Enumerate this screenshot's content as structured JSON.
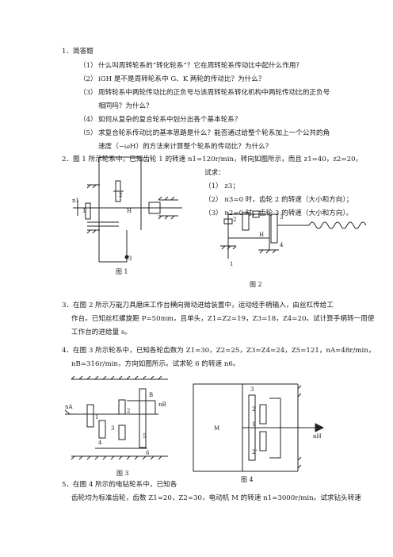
{
  "q1": {
    "heading": "1．简答题",
    "items": [
      {
        "no": "（1）",
        "text": "什么叫周转轮系的“转化轮系”？它在周转轮系传动比中起什么作用？"
      },
      {
        "no": "（2）",
        "text": "iGH 是不是周转轮系中 G、K 两轮的传动比？为什么？"
      },
      {
        "no": "（3）",
        "text": "周转轮系中两轮传动比的正负号与该周转轮系转化机构中两轮传动比的正负号"
      },
      {
        "no": "",
        "text": "相同吗？为什么？"
      },
      {
        "no": "（4）",
        "text": "如何从复杂的复合轮系中划分出各个基本轮系？"
      },
      {
        "no": "（5）",
        "text": "求复合轮系传动比的基本思路是什么？能否通过给整个轮系加上一个公共的角"
      },
      {
        "no": "",
        "text": "速度（−ωH）的方法来计算整个轮系的传动比？为什么？"
      }
    ]
  },
  "q2": {
    "line1": "2．图 1 所示轮系中，已知齿轮 1 的转速 n1=120r/min，转向如图所示，而且 z1=40，z2=20，",
    "line2": "试求：",
    "sub": [
      "（1）  z3；",
      "（2）  n3=0 时，齿轮 2 的转速（大小和方向）；",
      "（3）  n2=0 时，齿轮 3 的转速（大小和方向）。"
    ]
  },
  "q3": {
    "lines": [
      "3．在图 2 所示万能刀具磨床工作台横向微动进给装置中，运动经手柄输入，由丝杠传给工",
      "作台。已知丝杠螺旋距 P=50mm，且单头，Z1=Z2=19，Z3=18，Z4=20。试计算手柄转一周使",
      "工作台的进给量 s。"
    ]
  },
  "q4": {
    "lines": [
      "4．在图 3 所示轮系中，已知各轮齿数为 Z1=30，Z2=25，Z3=Z4=24，Z5=121，nA=48r/min，",
      "nB=316r/min，方向如图所示。试求轮 6 的转速 n6。"
    ]
  },
  "q5": {
    "lines": [
      "5．在图 4 所示的电钻轮系中，已知各",
      "齿轮均为标准齿轮，齿数 Z1=20，Z2=30，电动机 M 的转速 n1=3000r/min。试求钻头转速"
    ]
  },
  "figures": {
    "fig1_caption": "图 1",
    "fig2_caption": "图 2",
    "fig3_caption": "图 3",
    "fig4_caption": "图 4",
    "fig1_labels": {
      "n1": "n1",
      "g1": "1",
      "g2": "2",
      "g3": "3",
      "H": "H"
    },
    "fig2_labels": {
      "g1": "1",
      "g2": "2",
      "g3": "3",
      "g4": "4",
      "H": "H"
    },
    "fig3_labels": {
      "nA": "nA",
      "nB": "nB",
      "g1": "1",
      "g2": "2",
      "g3": "3",
      "g4": "4",
      "g5": "5",
      "g6": "6",
      "B": "B"
    },
    "fig4_labels": {
      "M": "M",
      "g3": "3",
      "g2": "2",
      "g1": "1",
      "g2p": "2'",
      "nH": "nH"
    }
  }
}
